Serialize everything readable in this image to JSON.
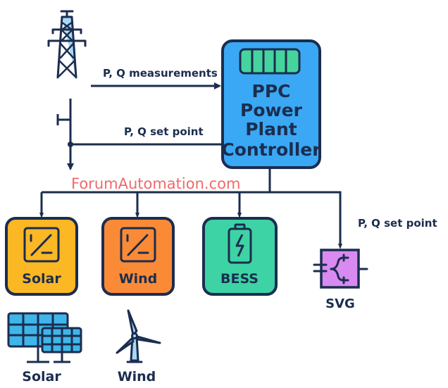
{
  "title": "PPC Power Plant Controller architecture",
  "controller": {
    "lines": [
      "PPC",
      "Power",
      "Plant",
      "Controller"
    ],
    "fill": "#3aa8f4"
  },
  "signals": {
    "measurements": "P, Q measurements",
    "setpoint_grid": "P, Q set point",
    "setpoint_svg": "P, Q set point"
  },
  "watermark": "ForumAutomation.com",
  "units": [
    {
      "label": "Solar",
      "fill": "#fbb724",
      "icon": "inverter-icon"
    },
    {
      "label": "Wind",
      "fill": "#fb8a36",
      "icon": "inverter-icon"
    },
    {
      "label": "BESS",
      "fill": "#3ed3a4",
      "icon": "battery-icon"
    },
    {
      "label": "SVG",
      "fill": "#d98af0",
      "icon": "svg-compensator-icon"
    }
  ],
  "sources": [
    {
      "label": "Solar",
      "icon": "solar-panel-icon"
    },
    {
      "label": "Wind",
      "icon": "wind-turbine-icon"
    }
  ],
  "colors": {
    "line": "#1b2d4f",
    "watermark": "#f06a6a",
    "panel": "#3fb6ea",
    "tower_light": "#a9d8f5"
  }
}
